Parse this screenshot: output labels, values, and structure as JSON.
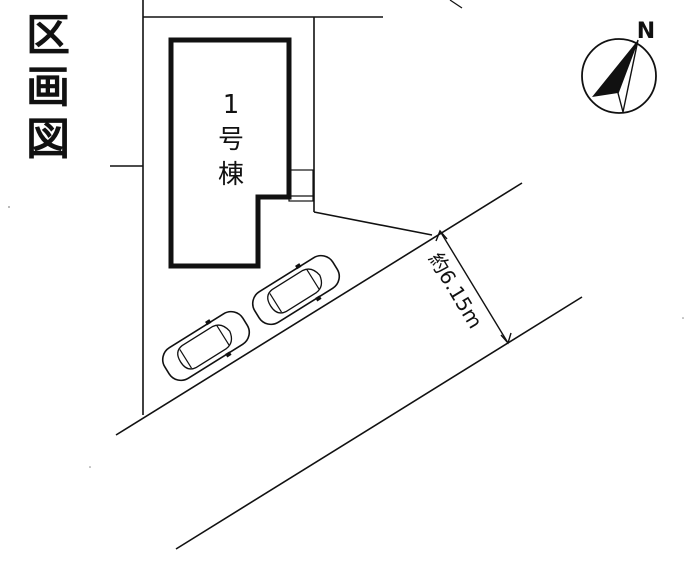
{
  "title": "区画図",
  "building": {
    "number": "1",
    "label_line2": "号",
    "label_line3": "棟"
  },
  "road": {
    "width_label": "約6.15m"
  },
  "compass": {
    "north_label": "N"
  },
  "parking": {
    "car_count": 2
  },
  "colors": {
    "ink": "#111111",
    "background": "#ffffff"
  }
}
